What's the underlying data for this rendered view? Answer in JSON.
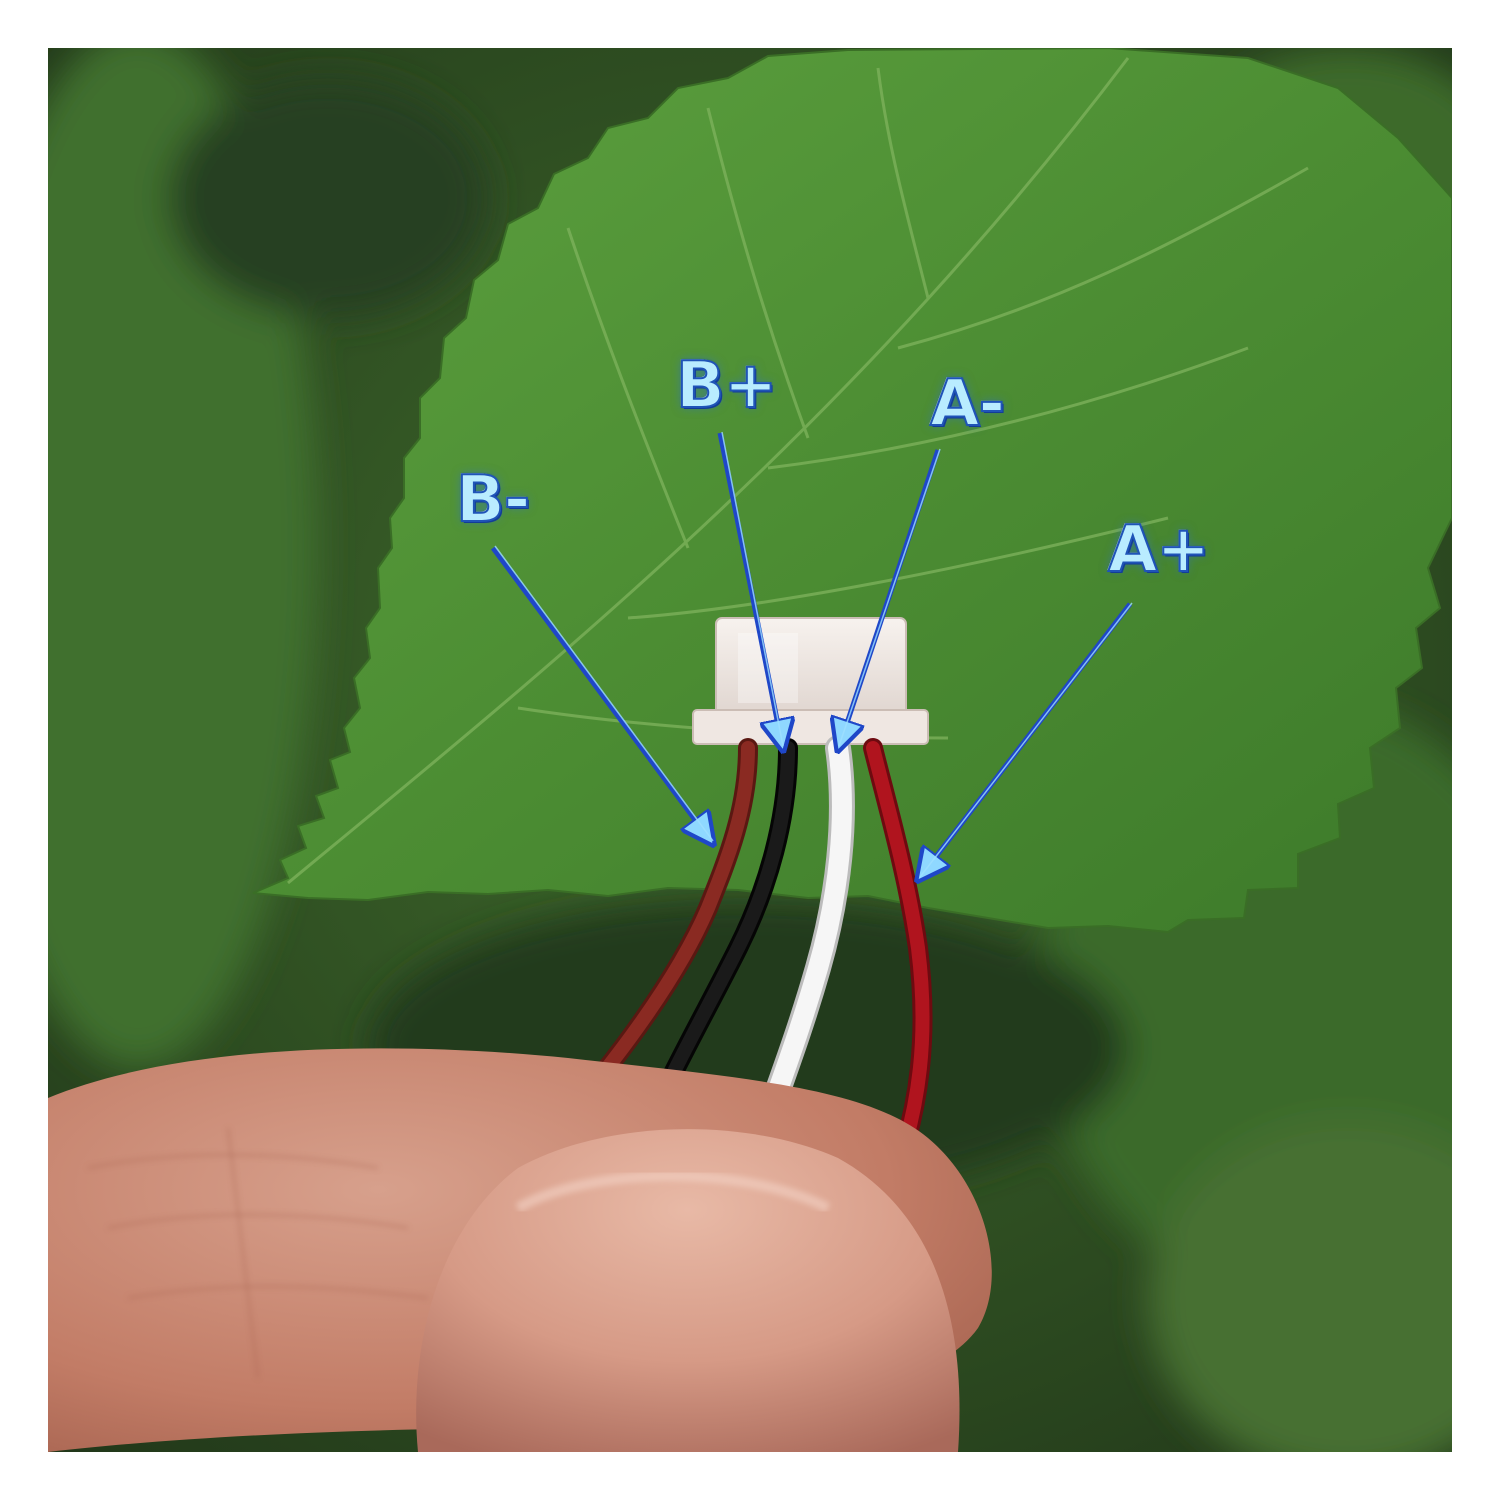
{
  "labels": {
    "b_minus": "B-",
    "b_plus": "B+",
    "a_minus": "A-",
    "a_plus": "A+"
  },
  "colors": {
    "label_fill": "#b9ecff",
    "label_outline": "#1f54b8",
    "arrow": "#1f47c8",
    "wire_b_minus": "#8a2a22",
    "wire_b_plus": "#141414",
    "wire_a_minus": "#f4f4f4",
    "wire_a_plus": "#b0141e",
    "leaf": "#4f8f36",
    "connector": "#efe7e2"
  },
  "icons": {
    "arrows": "blue-pointer-arrow"
  }
}
